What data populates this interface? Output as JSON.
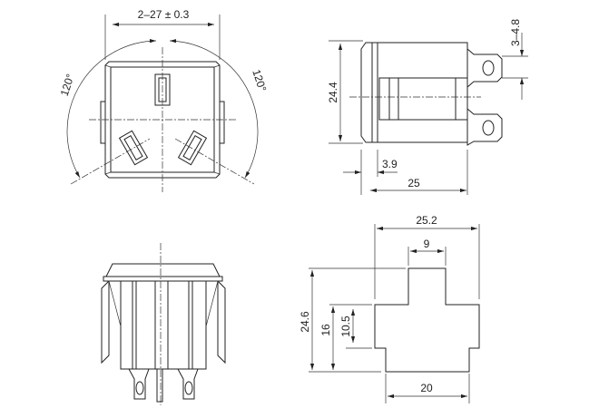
{
  "front_view": {
    "width_dim": "2–27 ± 0.3",
    "angle_left": "120°",
    "angle_right": "120°"
  },
  "side_view": {
    "height_dim": "24.4",
    "flange_dim": "3.9",
    "depth_dim": "25",
    "terminal_dim": "3–4.8"
  },
  "cutout_view": {
    "top_width": "25.2",
    "tab_width": "9",
    "total_height": "24.6",
    "mid_height": "16",
    "inner_height": "10.5",
    "bottom_width": "20"
  }
}
